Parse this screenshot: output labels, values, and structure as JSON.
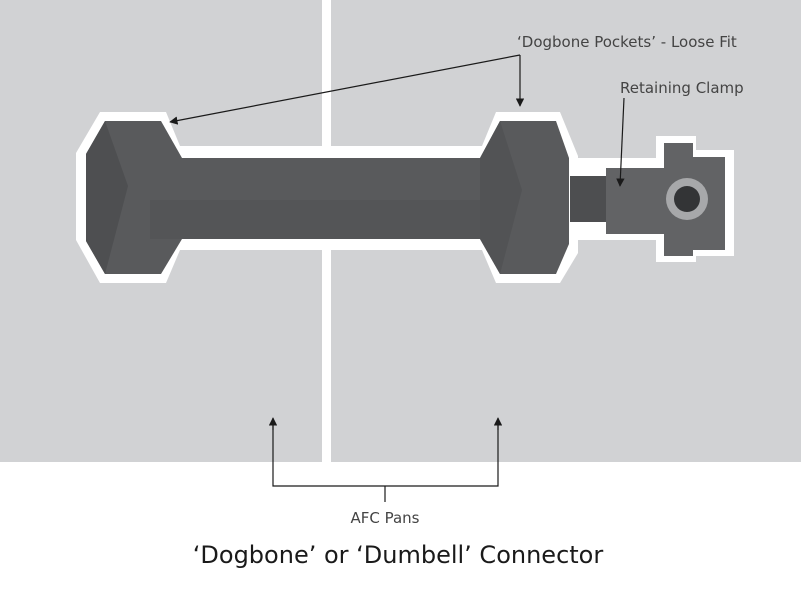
{
  "labels": {
    "pockets": "‘Dogbone Pockets’ - Loose Fit",
    "clamp": "Retaining Clamp",
    "pans": "AFC Pans",
    "caption": "‘Dogbone’ or ‘Dumbell’ Connector"
  },
  "colors": {
    "pan": "#d1d2d4",
    "connector": "#595a5c",
    "connector_shade": "#4a4b4d",
    "clamp": "#626365",
    "outline": "#ffffff",
    "arrow": "#1a1a1a"
  }
}
